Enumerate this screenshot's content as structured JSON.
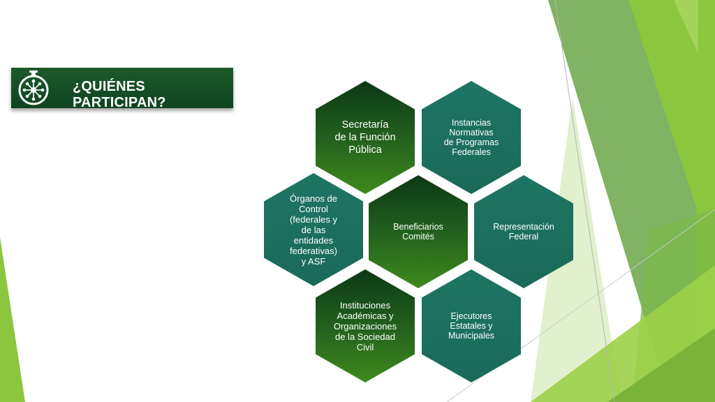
{
  "slide": {
    "title": "¿QUIÉNES PARTICIPAN?",
    "title_icon": "network-hub-icon"
  },
  "hexagons": {
    "secretaria": "Secretaría\nde la Función\nPública",
    "instancias": "Instancias\nNormativas\nde Programas\nFederales",
    "organos": "Órganos de\nControl\n(federales y\nde las\nentidades\nfederativas)\ny ASF",
    "beneficiarios": "Beneficiarios\nComités",
    "representacion": "Representación\nFederal",
    "instituciones": "Instituciones\nAcadémicas y\nOrganizaciones\nde la Sociedad\nCivil",
    "ejecutores": "Ejecutores\nEstatales y\nMunicipales"
  },
  "colors": {
    "banner": "#1c5a2b",
    "hex_green": "#22601e",
    "hex_teal": "#1e7564",
    "accent_lime": "#8cc63f"
  }
}
